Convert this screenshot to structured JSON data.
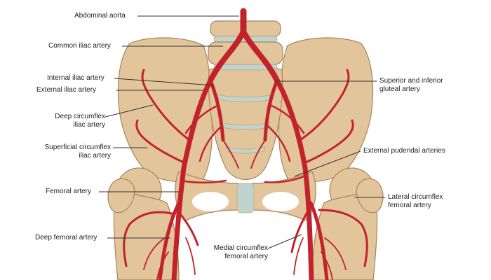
{
  "colors": {
    "bone": "#E3C59C",
    "bone_shadow": "#C9A275",
    "bone_outline": "#A8845B",
    "cartilage": "#BFD3CF",
    "artery": "#C2232B",
    "artery_dark": "#8E141B",
    "leader": "#333333",
    "text": "#222222"
  },
  "labels": {
    "abdominal_aorta": "Abdominal aorta",
    "common_iliac": "Common iliac artery",
    "internal_iliac": "Internal iliac artery",
    "external_iliac": "External iliac artery",
    "deep_circumflex_1": "Deep circumflex",
    "deep_circumflex_2": "iliac artery",
    "superficial_circumflex_1": "Superficial circumflex",
    "superficial_circumflex_2": "iliac artery",
    "femoral": "Femoral artery",
    "deep_femoral": "Deep femoral artery",
    "gluteal_1": "Superior and inferior",
    "gluteal_2": "gluteal artery",
    "external_pudendal": "External pudendal arteries",
    "lateral_circumflex_1": "Lateral circumflex",
    "lateral_circumflex_2": "femoral artery",
    "medial_circumflex_1": "Medial circumflex",
    "medial_circumflex_2": "femoral artery"
  }
}
